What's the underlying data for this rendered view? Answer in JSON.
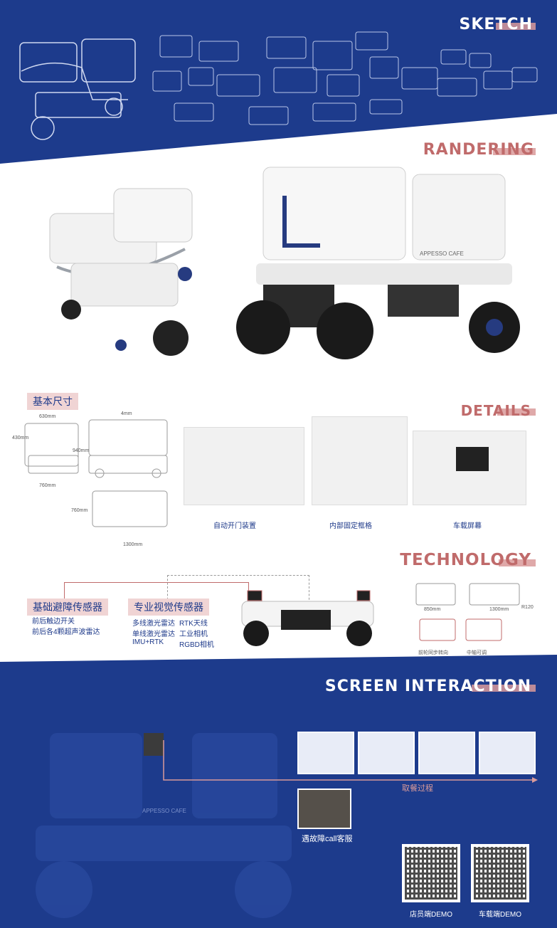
{
  "sections": {
    "sketch": "SKETCH",
    "rendering": "RANDERING",
    "details": "DETAILS",
    "technology": "TECHNOLOGY",
    "screen": "SCREEN INTERACTION"
  },
  "dimensions": {
    "heading": "基本尺寸",
    "w630": "630mm",
    "h430": "430mm",
    "t4": "4mm",
    "h940": "940mm",
    "w760a": "760mm",
    "w760b": "760mm",
    "w1300": "1300mm"
  },
  "details": {
    "items": [
      "自动开门装置",
      "内部固定框格",
      "车载屏幕"
    ]
  },
  "technology": {
    "basic_heading": "基础避障传感器",
    "basic_items": [
      "前后触边开关",
      "前后各4颗超声波雷达"
    ],
    "pro_heading": "专业视觉传感器",
    "pro_col1": [
      "多线激光雷达",
      "单线激光雷达",
      "IMU+RTK"
    ],
    "pro_col2": [
      "RTK天线",
      "工业相机",
      "RGBD相机"
    ],
    "side_dims": [
      "850mm",
      "1300mm",
      "R120"
    ],
    "side_caps": [
      "前轮同步转向",
      "中轴可调"
    ]
  },
  "screen": {
    "brand_text": "APPESSO CAFE",
    "pickup_label": "取餐过程",
    "service_label": "遇故障call客服",
    "qr_staff": "店员端DEMO",
    "qr_vehicle": "车载端DEMO"
  },
  "colors": {
    "navy": "#1d3b8c",
    "accent_red": "#c06b6b",
    "pink_bar": "#f0d4d4"
  }
}
